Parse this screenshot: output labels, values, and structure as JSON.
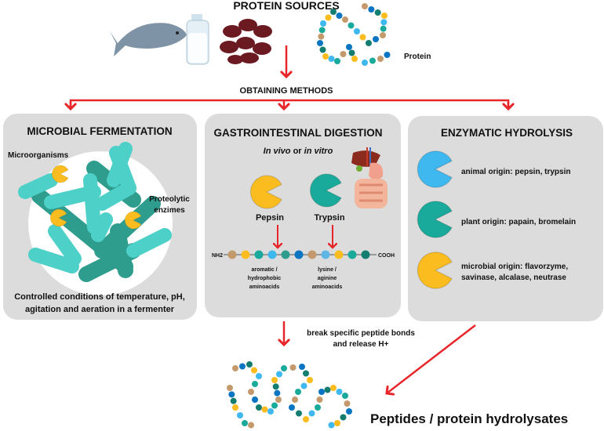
{
  "header": {
    "title": "PROTEIN SOURCES",
    "protein_label": "Protein",
    "methods_title": "OBTAINING METHODS"
  },
  "colors": {
    "arrow": "#e8262a",
    "panel": "#dcdcdc",
    "teal": "#1aaa9b",
    "cyan": "#3fb8ef",
    "yellow": "#fbbc1f",
    "tan": "#c49a6c",
    "darkteal": "#137d6f",
    "blue": "#0a75c2"
  },
  "microbial": {
    "title": "MICROBIAL FERMENTATION",
    "microorganisms_label": "Microorganisms",
    "enzymes_label_1": "Proteolytic",
    "enzymes_label_2": "enzimes",
    "caption_1": "Controlled conditions of temperature, pH,",
    "caption_2": "agitation and aeration in a fermenter"
  },
  "gastro": {
    "title": "GASTROINTESTINAL DIGESTION",
    "subtitle_a": "In vivo",
    "subtitle_or": " or ",
    "subtitle_b": "in vitro",
    "pepsin": "Pepsin",
    "trypsin": "Trypsin",
    "nh2": "NH2",
    "cooh": "COOH",
    "site1": [
      "aromatic /",
      "hydrophobic",
      "aminoacids"
    ],
    "site2": [
      "lysine /",
      "aginine",
      "aminoacids"
    ]
  },
  "enzymatic": {
    "title": "ENZYMATIC HYDROLYSIS",
    "items": [
      {
        "label_1": "animal origin: pepsin, trypsin",
        "label_2": "",
        "color": "#3fb8ef"
      },
      {
        "label_1": "plant origin: papain, bromelain",
        "label_2": "",
        "color": "#1aaa9b"
      },
      {
        "label_1": "microbial origin: flavorzyme,",
        "label_2": "savinase, alcalase, neutrase",
        "color": "#fbbc1f"
      }
    ]
  },
  "bottom": {
    "note_1": "break specific peptide bonds",
    "note_2": "and release H+",
    "result": "Peptides / protein hydrolysates"
  }
}
